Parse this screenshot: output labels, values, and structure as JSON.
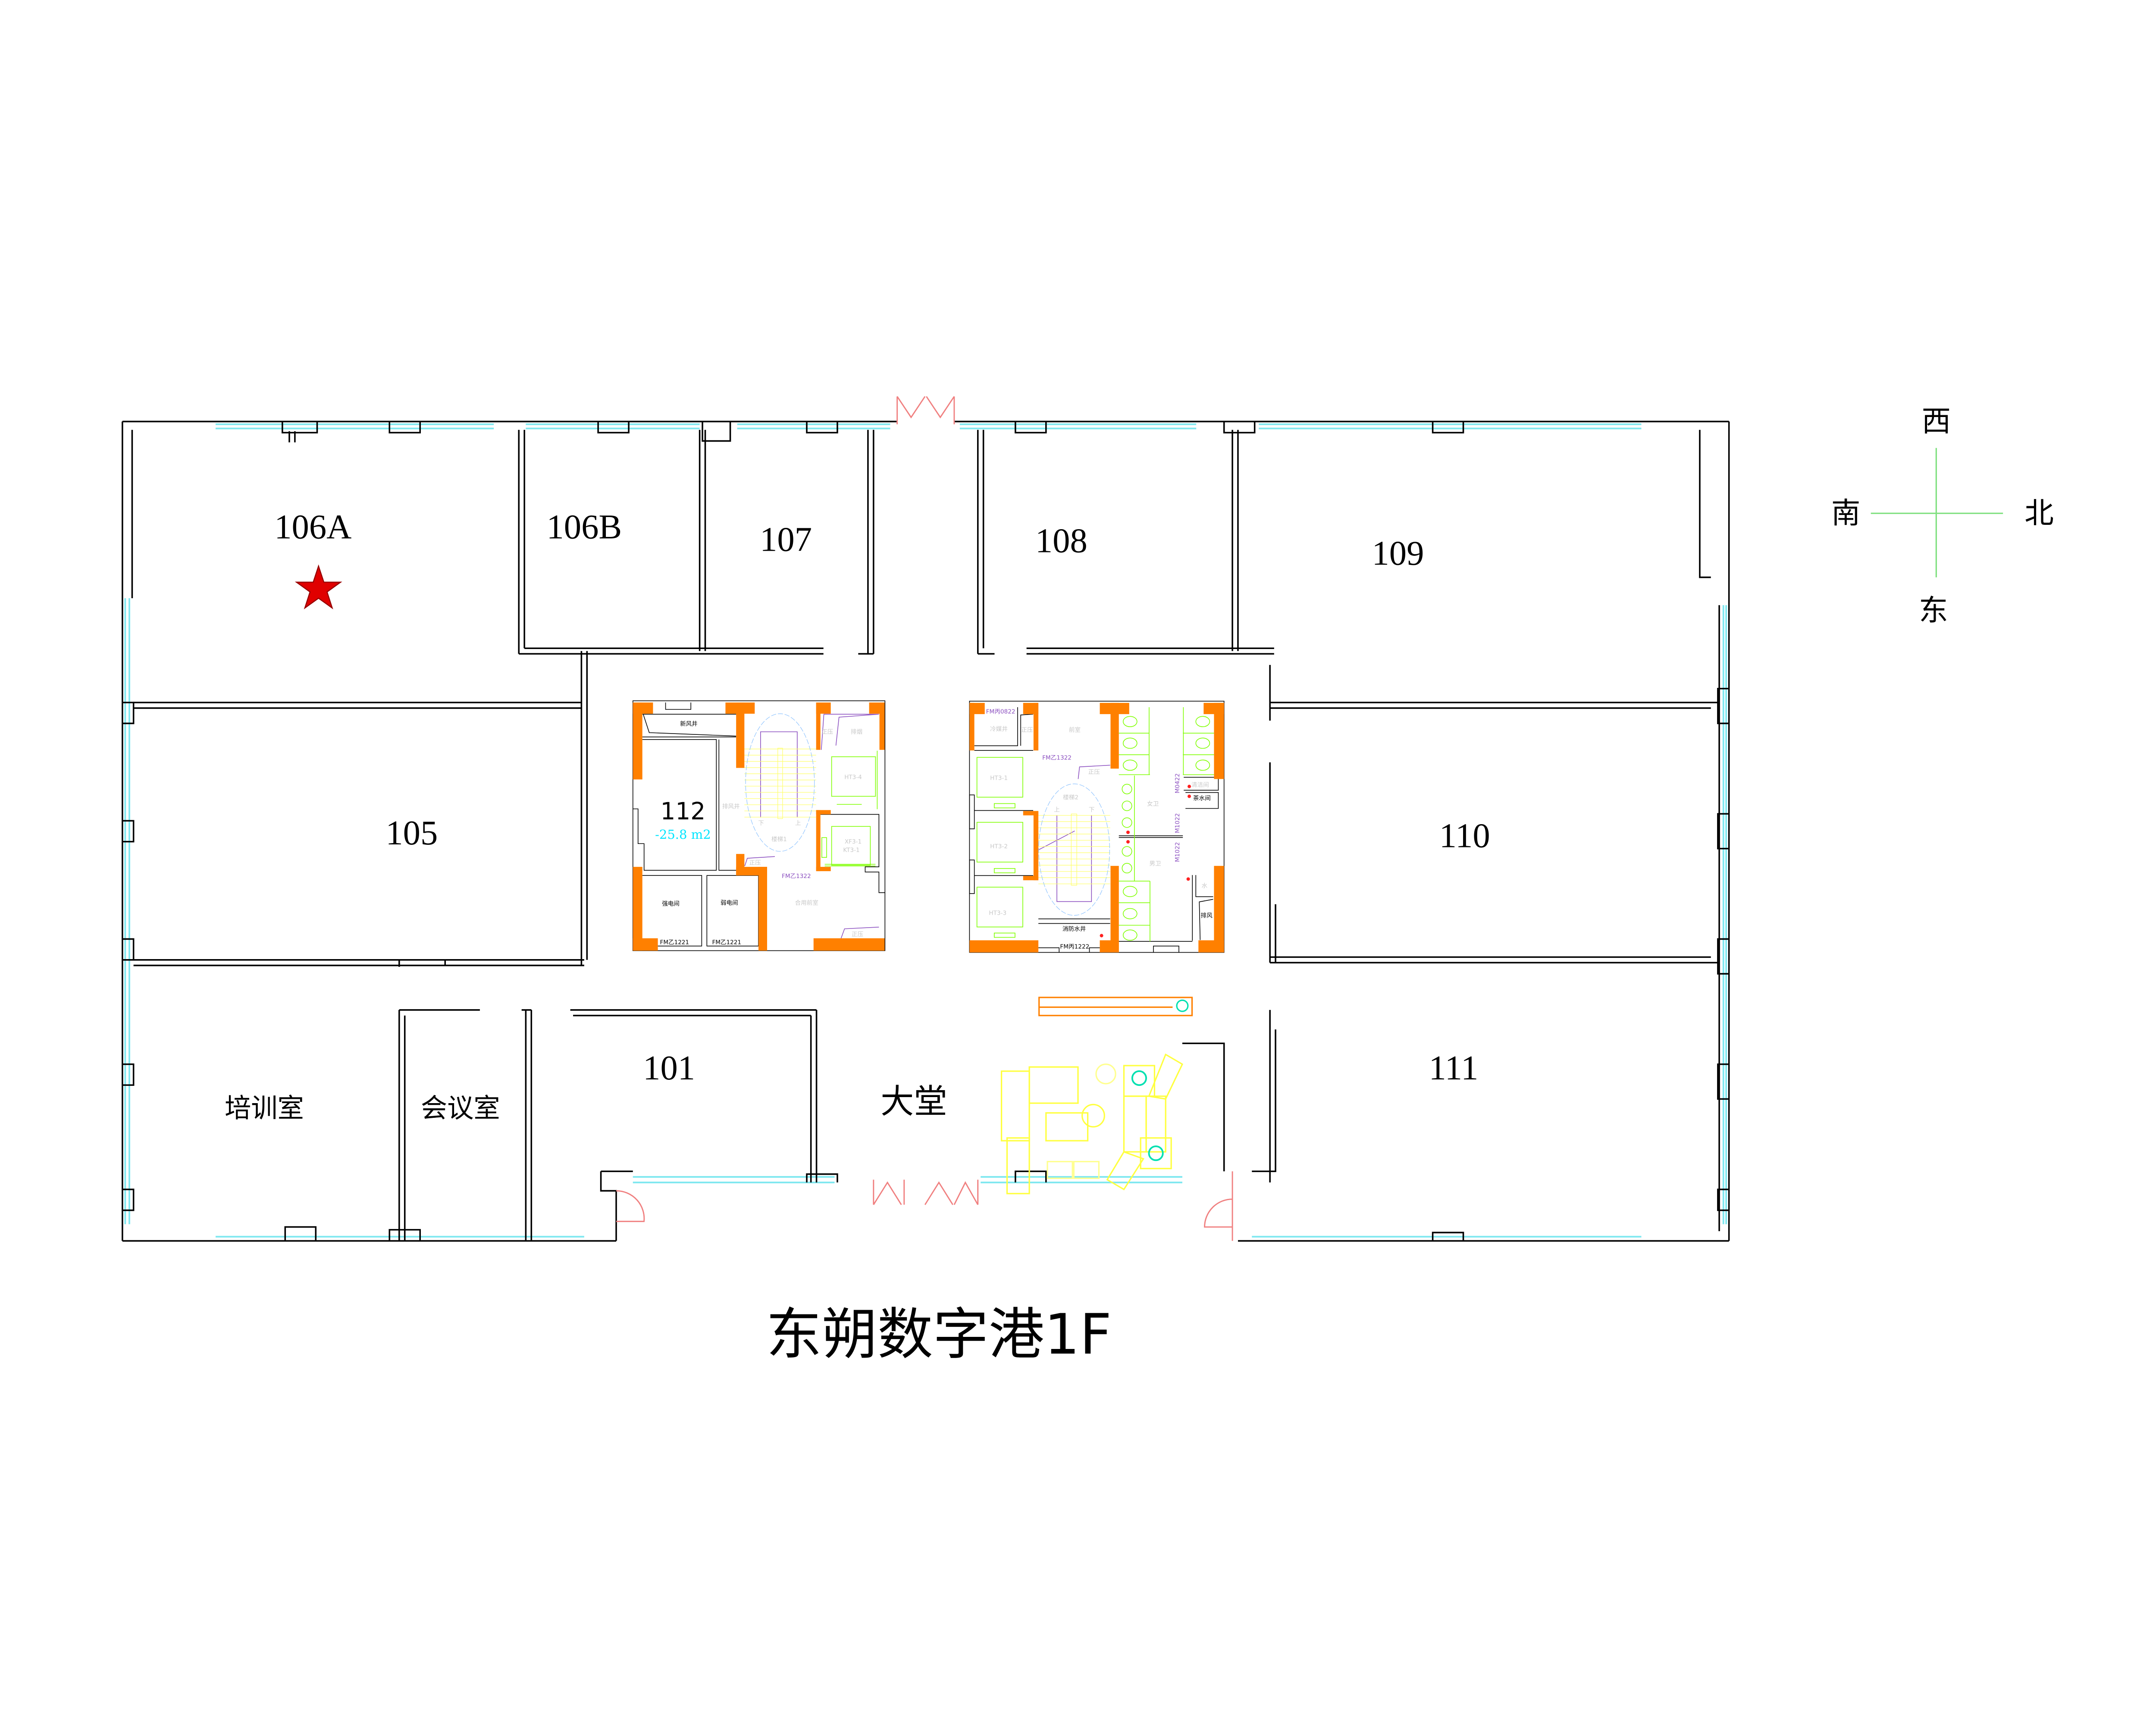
{
  "title": "东朔数字港1F",
  "compass": {
    "west": "西",
    "south": "南",
    "north": "北",
    "east": "东"
  },
  "rooms": {
    "r106A": "106A",
    "r106B": "106B",
    "r107": "107",
    "r108": "108",
    "r109": "109",
    "r105": "105",
    "r110": "110",
    "r101": "101",
    "r111": "111",
    "training": "培训室",
    "meeting": "会议室",
    "lobby": "大堂",
    "r112": "112",
    "r112_area": "-25.8 m2"
  },
  "marker": {
    "icon": "star-icon",
    "color": "#e00000"
  },
  "core_left": {
    "fresh_air_shaft": "新风井",
    "exhaust_shaft": "排风井",
    "strong_elec": "强电间",
    "weak_elec": "弱电间",
    "door_a": "FM乙1221",
    "door_b": "FM乙1221",
    "door_c": "FM乙1322",
    "stair": "楼梯1",
    "up": "上",
    "down": "下",
    "shared_lobby": "合用前室",
    "pressure_a": "正压",
    "pressure_b": "正压",
    "pressure_c": "正压",
    "smoke": "排烟",
    "elevator_a": "HT3-4",
    "elevator_b1": "XF3-1",
    "elevator_b2": "KT3-1"
  },
  "core_right": {
    "door_a": "FM丙0822",
    "refrigerant_shaft": "冷媒井",
    "pressure_a": "正压",
    "pressure_b": "正压",
    "anteroom": "前室",
    "door_b": "FM乙1322",
    "stair": "楼梯2",
    "up": "上",
    "down": "下",
    "elevator_1": "HT3-1",
    "elevator_2": "HT3-2",
    "elevator_3": "HT3-3",
    "womens_wc": "女卫",
    "mens_wc": "男卫",
    "cleaning": "清洁间",
    "tea_room": "茶水间",
    "door_m0422": "M0422",
    "door_m1022a": "M1022",
    "door_m1022b": "M1022",
    "fire_water_shaft": "消防水井",
    "door_c": "FM丙1222",
    "exhaust": "排风",
    "water": "水"
  }
}
